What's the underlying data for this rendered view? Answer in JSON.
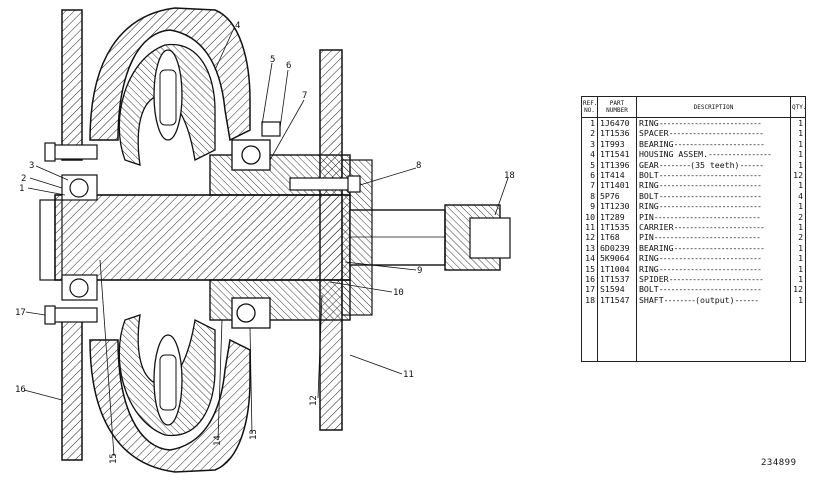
{
  "table": {
    "headers": {
      "ref": "REF. NO.",
      "part": "PART NUMBER",
      "desc": "DESCRIPTION",
      "qty": "QTY."
    },
    "rows": [
      {
        "ref": "1",
        "part": "1J6470",
        "desc": "RING",
        "qty": "1"
      },
      {
        "ref": "2",
        "part": "1T1536",
        "desc": "SPACER",
        "qty": "1"
      },
      {
        "ref": "3",
        "part": "1T993",
        "desc": "BEARING",
        "qty": "1"
      },
      {
        "ref": "4",
        "part": "1T1541",
        "desc": "HOUSING ASSEM.",
        "qty": "1"
      },
      {
        "ref": "5",
        "part": "1T1396",
        "desc": "GEAR",
        "note": "(35 teeth)",
        "qty": "1"
      },
      {
        "ref": "6",
        "part": "1T414",
        "desc": "BOLT",
        "qty": "12"
      },
      {
        "ref": "7",
        "part": "1T1401",
        "desc": "RING",
        "qty": "1"
      },
      {
        "ref": "8",
        "part": "5P76",
        "desc": "BOLT",
        "qty": "4"
      },
      {
        "ref": "9",
        "part": "1T1230",
        "desc": "RING",
        "qty": "1"
      },
      {
        "ref": "10",
        "part": "1T289",
        "desc": "PIN",
        "qty": "2"
      },
      {
        "ref": "11",
        "part": "1T1535",
        "desc": "CARRIER",
        "qty": "1"
      },
      {
        "ref": "12",
        "part": "1T68",
        "desc": "PIN",
        "qty": "2"
      },
      {
        "ref": "13",
        "part": "6D0239",
        "desc": "BEARING",
        "qty": "1"
      },
      {
        "ref": "14",
        "part": "5K9064",
        "desc": "RING",
        "qty": "1"
      },
      {
        "ref": "15",
        "part": "1T1004",
        "desc": "RING",
        "qty": "1"
      },
      {
        "ref": "16",
        "part": "1T1537",
        "desc": "SPIDER",
        "qty": "1"
      },
      {
        "ref": "17",
        "part": "S1594",
        "desc": "BOLT",
        "qty": "12"
      },
      {
        "ref": "18",
        "part": "1T1547",
        "desc": "SHAFT",
        "note": "(output)",
        "qty": "1"
      }
    ]
  },
  "callouts": [
    "1",
    "2",
    "3",
    "4",
    "5",
    "6",
    "7",
    "8",
    "9",
    "10",
    "11",
    "12",
    "13",
    "14",
    "15",
    "16",
    "17",
    "18"
  ],
  "drawing_number": "234899"
}
